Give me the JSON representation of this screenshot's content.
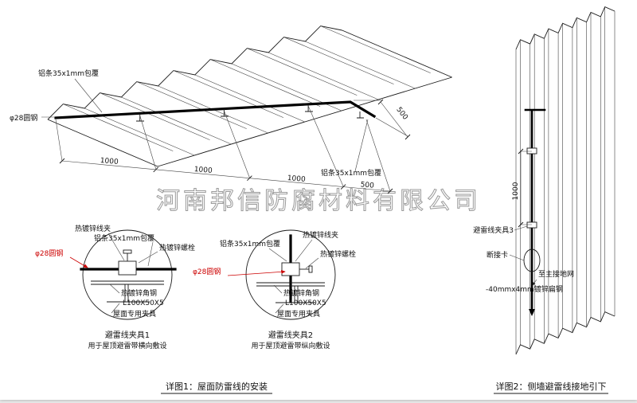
{
  "watermark": "河南邦信防腐材料有限公司",
  "roof": {
    "label_strip_top": "铝条35x1mm包覆",
    "label_strip_right": "铝条35x1mm包覆",
    "label_round_steel": "φ28圆钢",
    "dims": [
      "1000",
      "1000",
      "1000",
      "500"
    ],
    "dim_side": "500"
  },
  "wall": {
    "dim_height": "1000",
    "label_clamp3": "避雷线夹具3",
    "label_disconnect": "断接卡",
    "label_to_ground": "至主接地网",
    "label_flat_steel": "-40mmx4mm镀锌扁钢"
  },
  "detail1": {
    "label_wire_clamp": "热镀锌线夹",
    "label_strip": "铝条35x1mm包覆",
    "label_bolt": "热镀锌螺栓",
    "label_round_steel": "φ28圆钢",
    "label_angle_steel": "热镀锌角钢",
    "label_angle_size": "L100X50X5",
    "label_roof_clamp": "屋面专用夹具",
    "title": "避雷线夹具1",
    "subtitle": "用于屋顶避雷带横向敷设"
  },
  "detail2": {
    "label_wire_clamp": "热镀锌线夹",
    "label_strip": "铝条35x1mm包覆",
    "label_bolt": "热镀锌螺栓",
    "label_round_steel": "φ28圆钢",
    "label_angle_steel": "热镀锌角钢",
    "label_angle_size": "L100X50X5",
    "label_roof_clamp": "屋面专用夹具",
    "title": "避雷线夹具2",
    "subtitle": "用于屋顶避雷带纵向敷设"
  },
  "captions": {
    "detail1": "详图1：屋面防雷线的安装",
    "detail2": "详图2：侧墙避雷线接地引下"
  },
  "colors": {
    "line": "#1a1a1a",
    "red": "#cc0000",
    "watermark": "#9a9a9a"
  }
}
